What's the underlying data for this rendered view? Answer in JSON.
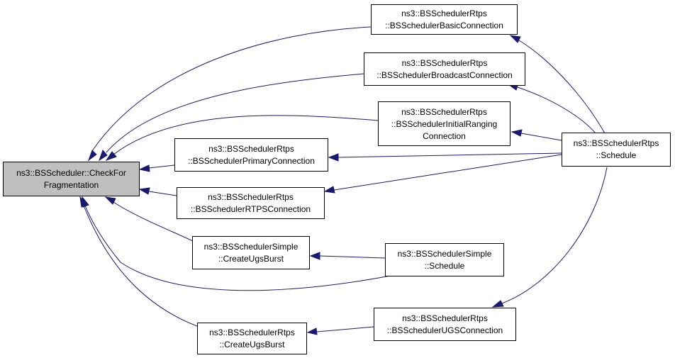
{
  "nodes": {
    "check_for_fragmentation": {
      "lines": [
        "ns3::BSScheduler::CheckFor",
        "Fragmentation"
      ]
    },
    "rtps_basic_connection": {
      "lines": [
        "ns3::BSSchedulerRtps",
        "::BSSchedulerBasicConnection"
      ]
    },
    "rtps_broadcast_connection": {
      "lines": [
        "ns3::BSSchedulerRtps",
        "::BSSchedulerBroadcastConnection"
      ]
    },
    "rtps_initial_ranging_connection": {
      "lines": [
        "ns3::BSSchedulerRtps",
        "::BSSchedulerInitialRanging",
        "Connection"
      ]
    },
    "rtps_primary_connection": {
      "lines": [
        "ns3::BSSchedulerRtps",
        "::BSSchedulerPrimaryConnection"
      ]
    },
    "rtps_rtps_connection": {
      "lines": [
        "ns3::BSSchedulerRtps",
        "::BSSchedulerRTPSConnection"
      ]
    },
    "simple_create_ugs_burst": {
      "lines": [
        "ns3::BSSchedulerSimple",
        "::CreateUgsBurst"
      ]
    },
    "rtps_create_ugs_burst": {
      "lines": [
        "ns3::BSSchedulerRtps",
        "::CreateUgsBurst"
      ]
    },
    "rtps_schedule": {
      "lines": [
        "ns3::BSSchedulerRtps",
        "::Schedule"
      ]
    },
    "simple_schedule": {
      "lines": [
        "ns3::BSSchedulerSimple",
        "::Schedule"
      ]
    },
    "rtps_ugs_connection": {
      "lines": [
        "ns3::BSSchedulerRtps",
        "::BSSchedulerUGSConnection"
      ]
    }
  },
  "edges": [
    {
      "from": "rtps_basic_connection",
      "to": "check_for_fragmentation"
    },
    {
      "from": "rtps_broadcast_connection",
      "to": "check_for_fragmentation"
    },
    {
      "from": "rtps_initial_ranging_connection",
      "to": "check_for_fragmentation"
    },
    {
      "from": "rtps_primary_connection",
      "to": "check_for_fragmentation"
    },
    {
      "from": "rtps_rtps_connection",
      "to": "check_for_fragmentation"
    },
    {
      "from": "simple_create_ugs_burst",
      "to": "check_for_fragmentation"
    },
    {
      "from": "simple_schedule",
      "to": "check_for_fragmentation"
    },
    {
      "from": "rtps_create_ugs_burst",
      "to": "check_for_fragmentation"
    },
    {
      "from": "rtps_schedule",
      "to": "rtps_basic_connection"
    },
    {
      "from": "rtps_schedule",
      "to": "rtps_broadcast_connection"
    },
    {
      "from": "rtps_schedule",
      "to": "rtps_initial_ranging_connection"
    },
    {
      "from": "rtps_schedule",
      "to": "rtps_primary_connection"
    },
    {
      "from": "rtps_schedule",
      "to": "rtps_rtps_connection"
    },
    {
      "from": "rtps_schedule",
      "to": "rtps_ugs_connection"
    },
    {
      "from": "simple_schedule",
      "to": "simple_create_ugs_burst"
    },
    {
      "from": "rtps_ugs_connection",
      "to": "rtps_create_ugs_burst"
    }
  ],
  "colors": {
    "edge": "#191970",
    "focus_fill": "#bfbfbf",
    "node_fill": "#ffffff",
    "border": "#000000"
  }
}
